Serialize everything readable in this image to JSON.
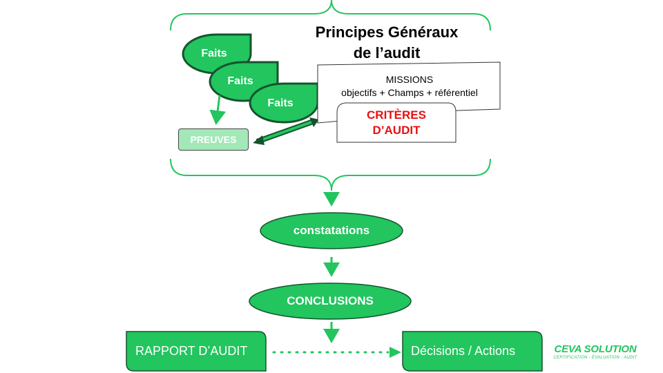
{
  "diagram": {
    "title_line1": "Principes Généraux",
    "title_line2": "de l’audit",
    "faits_label_1": "Faits",
    "faits_label_2": "Faits",
    "faits_label_3": "Faits",
    "preuves_label": "PREUVES",
    "missions_line1": "MISSIONS",
    "missions_line2": "objectifs + Champs + référentiel",
    "criteres_line1": "CRITÈRES",
    "criteres_line2": "D’AUDIT",
    "constatations_label": "constatations",
    "conclusions_label": "CONCLUSIONS",
    "rapport_label": "RAPPORT D’AUDIT",
    "decisions_label": "Décisions / Actions"
  },
  "logo": {
    "name": "CEVA SOLUTION",
    "tagline": "CERTIFICATION - ÉVALUATION - AUDIT"
  },
  "colors": {
    "green": "#22c55e",
    "dark_green": "#14532d",
    "light_green": "#a3e8b8",
    "red": "#e81010"
  }
}
